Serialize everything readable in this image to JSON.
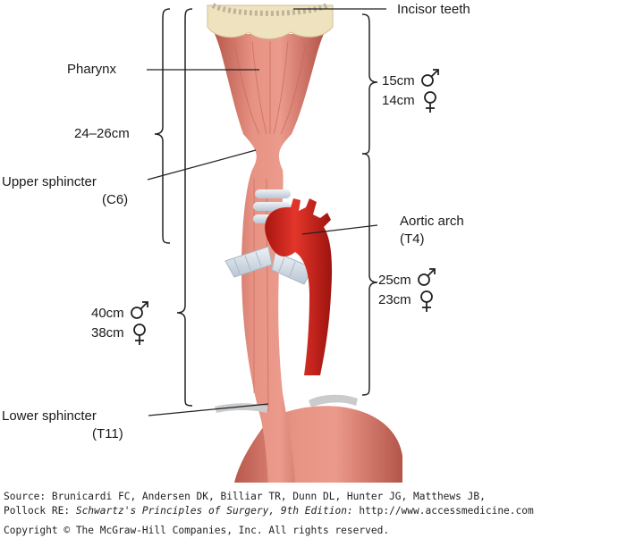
{
  "labels": {
    "incisor_teeth": "Incisor teeth",
    "pharynx": "Pharynx",
    "length_upper": "24–26cm",
    "upper_sphincter": "Upper sphincter",
    "upper_sphincter_level": "(C6)",
    "aortic_arch": "Aortic arch",
    "aortic_arch_level": "(T4)",
    "lower_sphincter": "Lower sphincter",
    "lower_sphincter_level": "(T11)",
    "upper_segment_male": "15cm",
    "upper_segment_female": "14cm",
    "lower_segment_male": "25cm",
    "lower_segment_female": "23cm",
    "total_male": "40cm",
    "total_female": "38cm"
  },
  "icons": {
    "male": "male-symbol-icon",
    "female": "female-symbol-icon"
  },
  "colors": {
    "esophagus": "#df8577",
    "esophagus_dark": "#b8584c",
    "aorta": "#d9261c",
    "teeth": "#efe3bf",
    "trachea": "#d8e1ea",
    "bracket": "#222222"
  },
  "footer": {
    "source_prefix": "Source: Brunicardi FC, Andersen DK, Billiar TR, Dunn DL, Hunter JG, Matthews JB,",
    "source_line2_a": "Pollock RE: ",
    "source_title": "Schwartz's Principles of Surgery, 9th Edition:",
    "source_line2_b": " http://www.accessmedicine.com",
    "copyright": "Copyright © The McGraw-Hill Companies, Inc. All rights reserved."
  }
}
